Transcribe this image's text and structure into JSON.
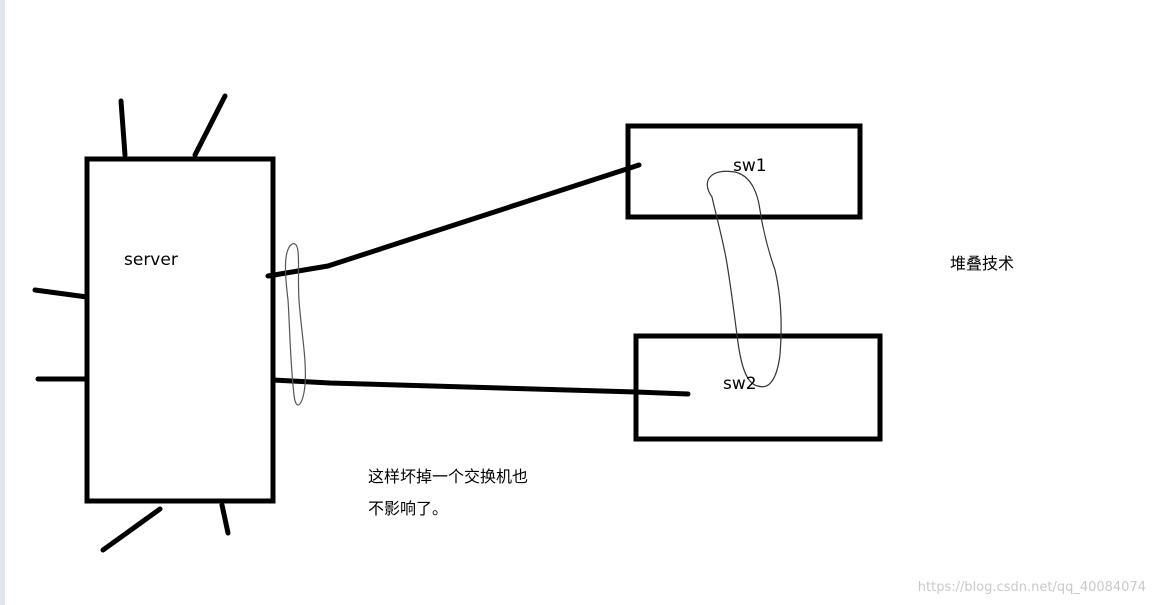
{
  "labels": {
    "server": "server",
    "sw1": "sw1",
    "sw2": "sw2",
    "stacking": "堆叠技术",
    "note_line1": "这样坏掉一个交换机也",
    "note_line2": "不影响了。"
  },
  "watermark": "https://blog.csdn.net/qq_40084074",
  "colors": {
    "stroke": "#000000",
    "background": "#ffffff",
    "watermark": "#c9c9c9"
  }
}
